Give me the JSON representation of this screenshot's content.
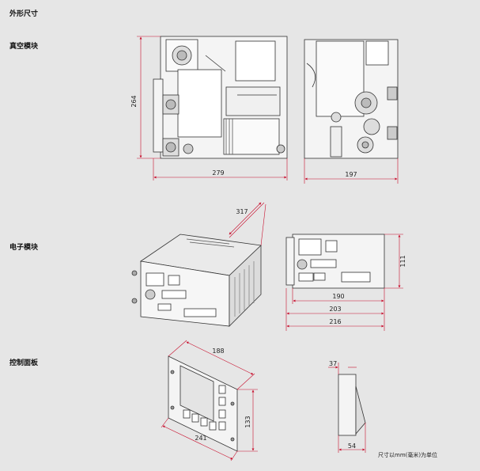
{
  "sections": {
    "title": "外形尺寸",
    "vacuum": "真空模块",
    "electronic": "电子模块",
    "panel": "控制面板"
  },
  "dims": {
    "v_height": "264",
    "v_width": "279",
    "v_side": "197",
    "e_diag": "317",
    "e_h": "111",
    "e_w1": "190",
    "e_w2": "203",
    "e_w3": "216",
    "p_top": "188",
    "p_bottom": "241",
    "p_right": "133",
    "p_side_top": "37",
    "p_side_bottom": "54"
  },
  "note": "尺寸以mm(毫米)为单位",
  "colors": {
    "line": "#333333",
    "dim": "#c8102e",
    "fill": "#f4f4f4"
  }
}
